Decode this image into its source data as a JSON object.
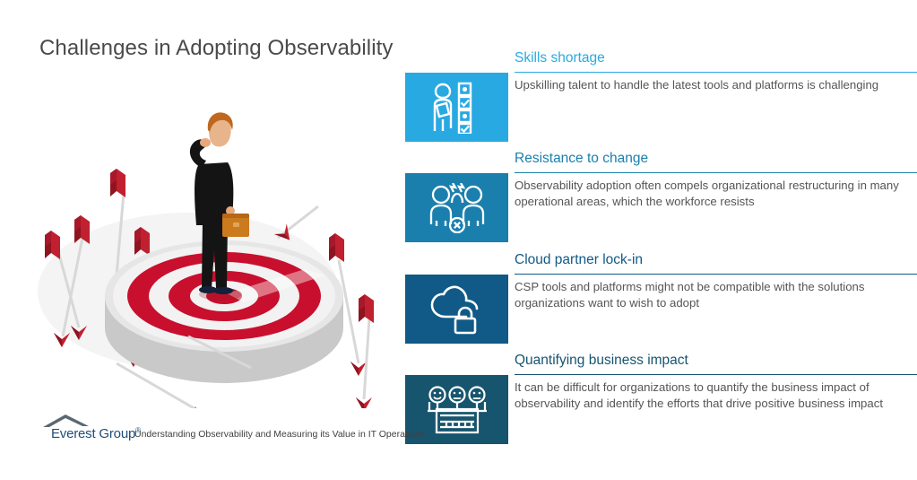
{
  "slide": {
    "title": "Challenges in Adopting Observability",
    "background_color": "#ffffff"
  },
  "illustration": {
    "name": "businessman-missed-target-with-arrows",
    "description": "Isometric red and white bullseye target with a businessman standing on it, surrounded by arrows that missed",
    "target_red": "#c8102e",
    "target_white": "#f2f2f2",
    "target_side_grey": "#c9c9c9",
    "arrow_red": "#c0202f",
    "arrow_shaft_grey": "#d8d8d8",
    "suit_color": "#1a1a1a",
    "hair_color": "#c0671f",
    "briefcase_color": "#cc7a1e"
  },
  "blocks": [
    {
      "heading": "Skills shortage",
      "body": "Upskilling talent to handle the latest tools and platforms is challenging",
      "color": "#29a9e1",
      "icon": "person-checklist-icon"
    },
    {
      "heading": "Resistance to change",
      "body": "Observability adoption often compels organizational restructuring in many operational areas, which the workforce resists",
      "color": "#1b7fad",
      "icon": "people-conflict-icon"
    },
    {
      "heading": "Cloud partner lock-in",
      "body": "CSP tools and platforms might not be compatible with the solutions organizations want to wish to adopt",
      "color": "#115a87",
      "icon": "cloud-lock-icon"
    },
    {
      "heading": "Quantifying business impact",
      "body": "It can be difficult for organizations to quantify the business impact of observability and identify the efforts that drive positive business impact",
      "color": "#17556e",
      "icon": "control-panel-faces-icon"
    }
  ],
  "footer": {
    "logo_text": "Everest Group",
    "logo_registered": "®",
    "tagline": "Understanding Observability and Measuring its Value in IT Operations",
    "logo_color": "#1f4e79"
  }
}
